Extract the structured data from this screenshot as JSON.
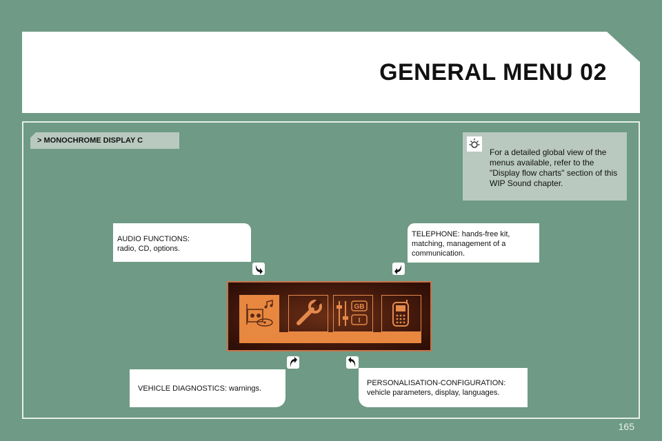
{
  "header": {
    "title": "GENERAL MENU 02"
  },
  "section": {
    "label": "> MONOCHROME DISPLAY C"
  },
  "note": {
    "icon": "lightbulb-icon",
    "text": "For a detailed global view of the menus available, refer to the \"Display flow charts\" section of this WIP Sound chapter."
  },
  "callouts": {
    "audio": {
      "title": "AUDIO FUNCTIONS:",
      "body": "radio, CD, options."
    },
    "telephone": {
      "text": "TELEPHONE: hands-free kit, matching, management of a communication."
    },
    "diagnostics": {
      "text": "VEHICLE DIAGNOSTICS: warnings."
    },
    "personalisation": {
      "title": "PERSONALISATION-CONFIGURATION:",
      "body": "vehicle parameters, display, languages."
    }
  },
  "display": {
    "icons": [
      "audio-icon",
      "wrench-icon",
      "settings-sliders-icon",
      "telephone-icon"
    ],
    "language_labels": [
      "GB",
      "I"
    ],
    "accent_color": "#e8873f"
  },
  "page": {
    "number": "165"
  }
}
